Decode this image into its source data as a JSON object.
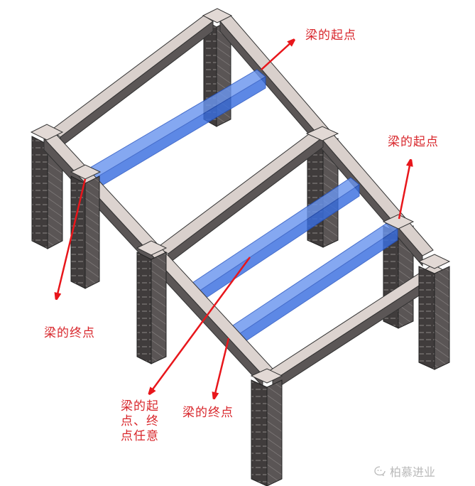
{
  "diagram": {
    "title": "Isometric frame with beams: start and end points",
    "colors": {
      "label_text": "#d8262b",
      "arrow": "#e8161b",
      "highlight_beam": "#3a6fe0",
      "beam_top": "#dcd3cf",
      "column_dark": "#4a4646",
      "column_light": "#6b6665",
      "watermark": "#b9b9b9"
    },
    "labels": [
      {
        "id": "start-top",
        "text": "梁的起点"
      },
      {
        "id": "start-right",
        "text": "梁的起点"
      },
      {
        "id": "end-left",
        "text": "梁的终点"
      },
      {
        "id": "end-bottom",
        "text": "梁的终点"
      },
      {
        "id": "any-order",
        "text": "梁的起\n点、终\n点任意"
      }
    ],
    "watermark": {
      "icon": "wechat-icon",
      "text": "柏慕进业"
    }
  }
}
